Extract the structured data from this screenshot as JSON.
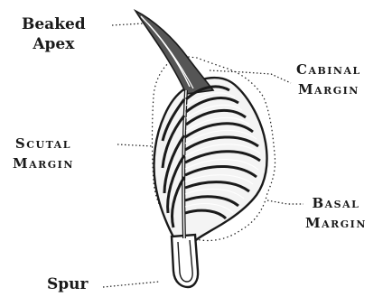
{
  "labels": {
    "beaked_apex": [
      "Beaked",
      "Apex"
    ],
    "cabinal_margin": [
      "Cabinal",
      "Margin"
    ],
    "scutal_margin": [
      "Scutal",
      "Margin"
    ],
    "basal_margin": [
      "Basal",
      "Margin"
    ],
    "spur": "Spur"
  },
  "colors": {
    "ink": "#1a1a1a",
    "background": "#ffffff"
  }
}
